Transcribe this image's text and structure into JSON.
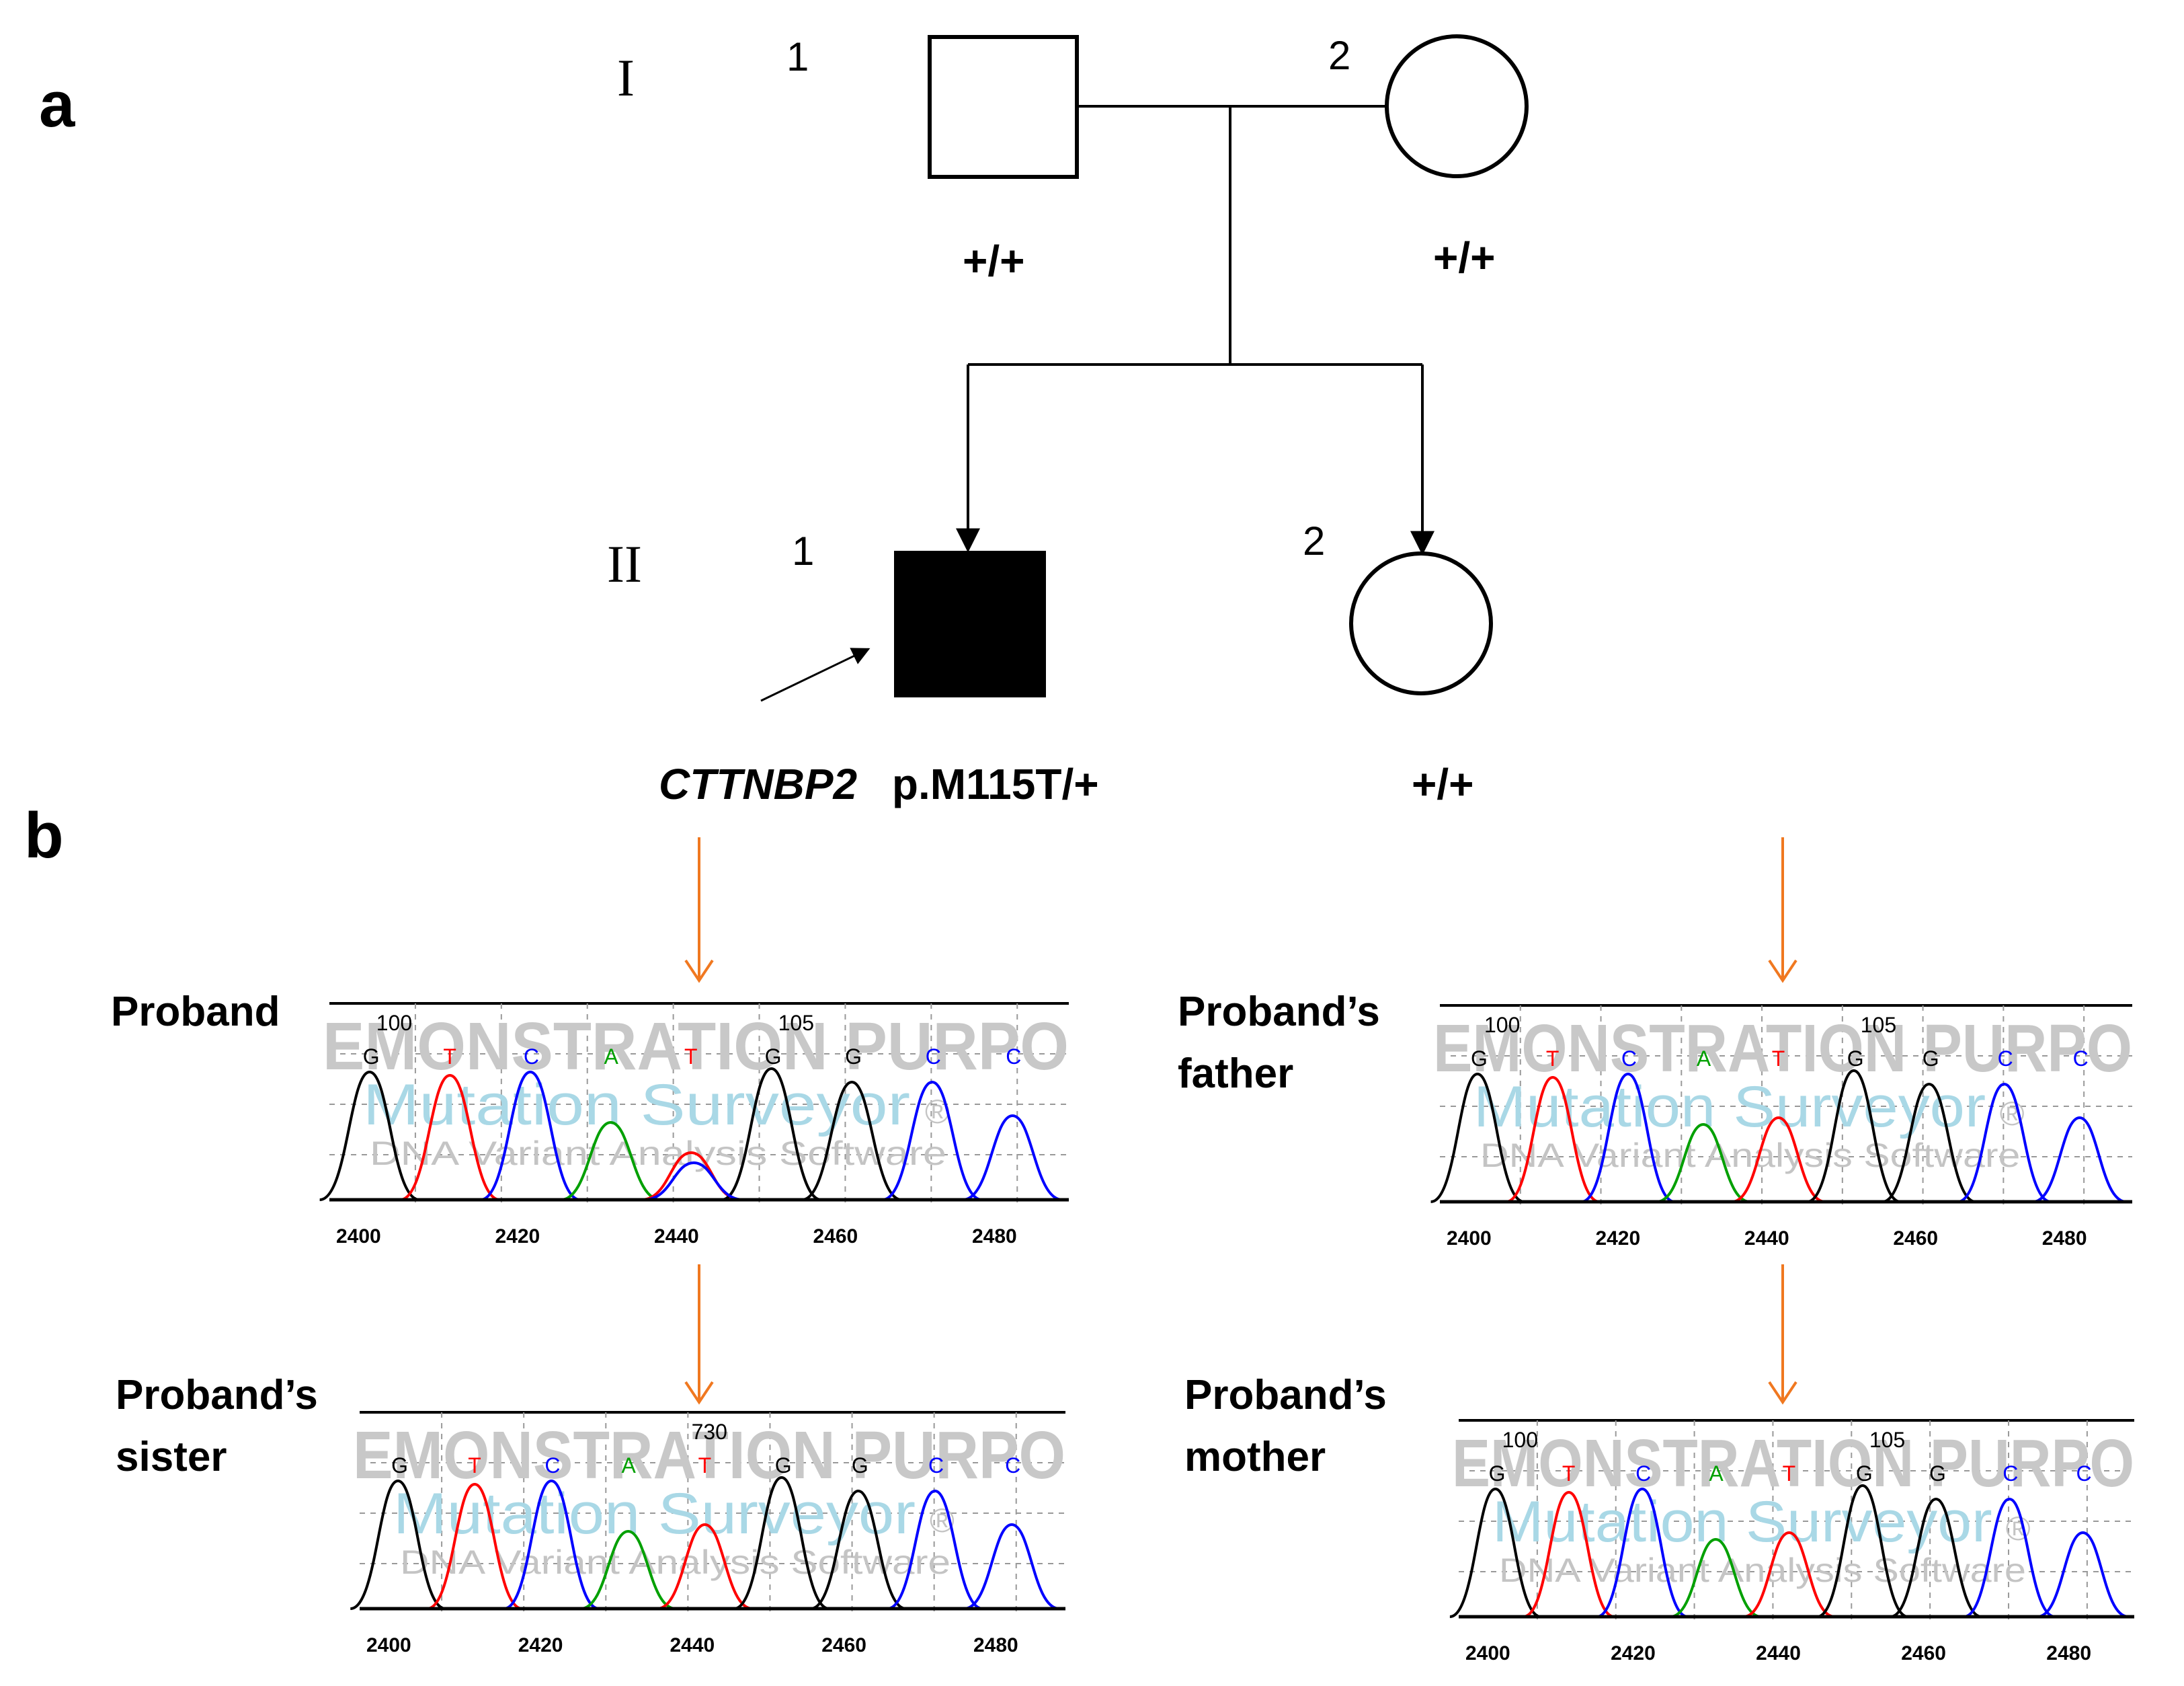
{
  "panels": {
    "a": "a",
    "b": "b"
  },
  "pedigree": {
    "generations": [
      "I",
      "II"
    ],
    "gen1": {
      "father": {
        "number": "1",
        "genotype": "+/+"
      },
      "mother": {
        "number": "2",
        "genotype": "+/+"
      }
    },
    "gen2": {
      "proband": {
        "number": "1",
        "gene": "CTTNBP2",
        "variant": "p.M115T/+",
        "affected": true
      },
      "sister": {
        "number": "2",
        "genotype": "+/+"
      }
    }
  },
  "chromatograms": [
    {
      "label_lines": [
        "Proband"
      ],
      "pos_labels": [
        "100",
        "105"
      ],
      "bases": [
        "G",
        "T",
        "C",
        "A",
        "T",
        "G",
        "G",
        "C",
        "C"
      ],
      "ticks": [
        "2400",
        "2420",
        "2440",
        "2460",
        "2480"
      ],
      "variant": true
    },
    {
      "label_lines": [
        "Proband’s",
        "father"
      ],
      "pos_labels": [
        "100",
        "105"
      ],
      "bases": [
        "G",
        "T",
        "C",
        "A",
        "T",
        "G",
        "G",
        "C",
        "C"
      ],
      "ticks": [
        "2400",
        "2420",
        "2440",
        "2460",
        "2480"
      ],
      "variant": false
    },
    {
      "label_lines": [
        "Proband’s",
        "sister"
      ],
      "pos_labels": [
        "730"
      ],
      "bases": [
        "G",
        "T",
        "C",
        "A",
        "T",
        "G",
        "G",
        "C",
        "C"
      ],
      "ticks": [
        "2400",
        "2420",
        "2440",
        "2460",
        "2480"
      ],
      "variant": false
    },
    {
      "label_lines": [
        "Proband’s",
        "mother"
      ],
      "pos_labels": [
        "100",
        "105"
      ],
      "bases": [
        "G",
        "T",
        "C",
        "A",
        "T",
        "G",
        "G",
        "C",
        "C"
      ],
      "ticks": [
        "2400",
        "2420",
        "2440",
        "2460",
        "2480"
      ],
      "variant": false
    }
  ],
  "watermark": {
    "line1": "EMONSTRATION PURPO",
    "line2": "Mutation Surveyor",
    "registered": "®",
    "line3": "DNA Variant Analysis Software"
  },
  "colors": {
    "G": "#000000",
    "T": "#ff0000",
    "C": "#0000ff",
    "A": "#00a000",
    "arrow": "#f07820"
  }
}
